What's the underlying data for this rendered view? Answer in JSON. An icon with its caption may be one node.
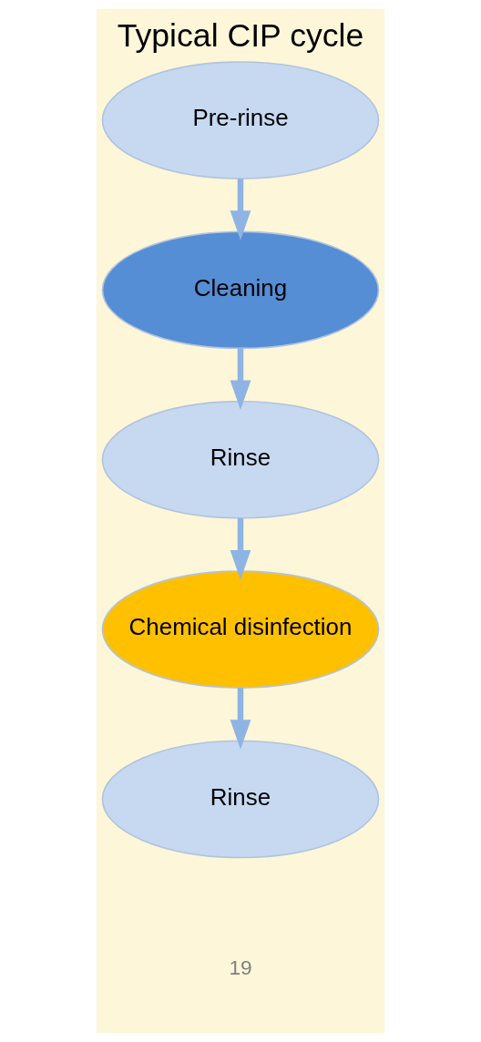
{
  "diagram": {
    "title": "Typical CIP cycle",
    "nodes": [
      {
        "text": [
          "Pre-rinse"
        ]
      },
      {
        "text": [
          "Cleaning"
        ]
      },
      {
        "text": [
          "Rinse"
        ]
      },
      {
        "text": [
          "Chemical disinfection"
        ]
      },
      {
        "text": [
          "Rinse"
        ]
      }
    ],
    "edges": [
      {
        "from": 0,
        "to": 1,
        "arrow": "to"
      },
      {
        "from": 1,
        "to": 2,
        "arrow": "to"
      },
      {
        "from": 2,
        "to": 3,
        "arrow": "to"
      },
      {
        "from": 3,
        "to": 4,
        "arrow": "to"
      }
    ],
    "labels": [
      "19"
    ]
  }
}
